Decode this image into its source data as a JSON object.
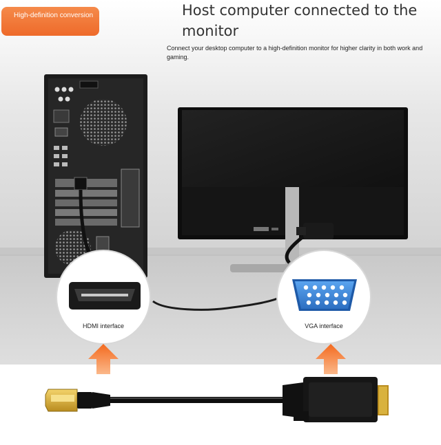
{
  "badge": {
    "text": "High-definition conversion"
  },
  "title": "Host computer connected to the monitor",
  "subtitle": "Connect your desktop computer to a high-definition monitor for higher clarity in both work and gaming.",
  "hdmi_callout": {
    "label": "HDMI interface"
  },
  "vga_callout": {
    "label": "VGA interface"
  },
  "colors": {
    "accent": "#f0702e",
    "vga_blue": "#3f8ad8",
    "gold": "#d9b23e"
  }
}
